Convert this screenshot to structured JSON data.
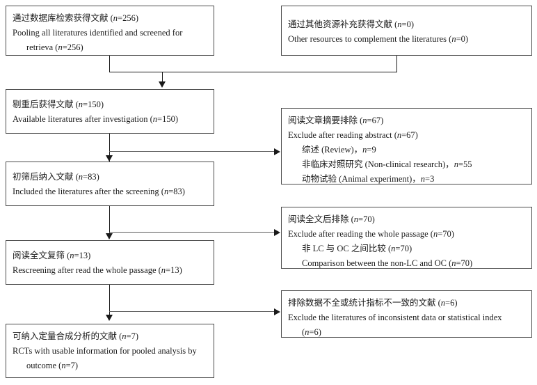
{
  "diagram": {
    "type": "prisma-flow-diagram",
    "title": "",
    "boxes": {
      "identification_database": {
        "cn": "通过数据库检索获得文献 (n=256)",
        "en_line1": "Pooling all literatures identified and screened for",
        "en_line2": "retrieva (n=256)",
        "n": 256
      },
      "identification_other": {
        "cn": "通过其他资源补充获得文献 (n=0)",
        "en_line1": "Other resources to complement the literatures (n=0)",
        "n": 0
      },
      "after_duplicates": {
        "cn": "剔重后获得文献 (n=150)",
        "en_line1": "Available literatures after investigation (n=150)",
        "n": 150
      },
      "after_screening": {
        "cn": "初筛后纳入文献 (n=83)",
        "en_line1": "Included the literatures after the screening (n=83)",
        "n": 83
      },
      "rescreening": {
        "cn": "阅读全文复筛 (n=13)",
        "en_line1": "Rescreening after read the whole passage (n=13)",
        "n": 13
      },
      "included_final": {
        "cn": "可纳入定量合成分析的文献 (n=7)",
        "en_line1": "RCTs with usable information for pooled analysis by",
        "en_line2": "outcome (n=7)",
        "n": 7
      },
      "exclude_abstract": {
        "cn": "阅读文章摘要排除 (n=67)",
        "en_line1": "Exclude after reading abstract (n=67)",
        "sub1": "综述 (Review)，n=9",
        "sub2": "非临床对照研究 (Non-clinical research)，n=55",
        "sub3": "动物试验 (Animal experiment)，n=3",
        "n": 67
      },
      "exclude_fulltext": {
        "cn": "阅读全文后排除 (n=70)",
        "en_line1": "Exclude after reading the whole passage (n=70)",
        "sub1": "非 LC 与 OC 之间比较 (n=70)",
        "sub2": "Comparison between the non-LC and OC (n=70)",
        "n": 70
      },
      "exclude_data": {
        "cn": "排除数据不全或统计指标不一致的文献 (n=6)",
        "en_line1": "Exclude the literatures of inconsistent data or statistical index",
        "en_line2": "(n=6)",
        "n": 6
      }
    },
    "colors": {
      "border": "#4a4a4a",
      "connector": "#1a1a1a",
      "background": "#ffffff",
      "text": "#1a1a1a"
    }
  }
}
